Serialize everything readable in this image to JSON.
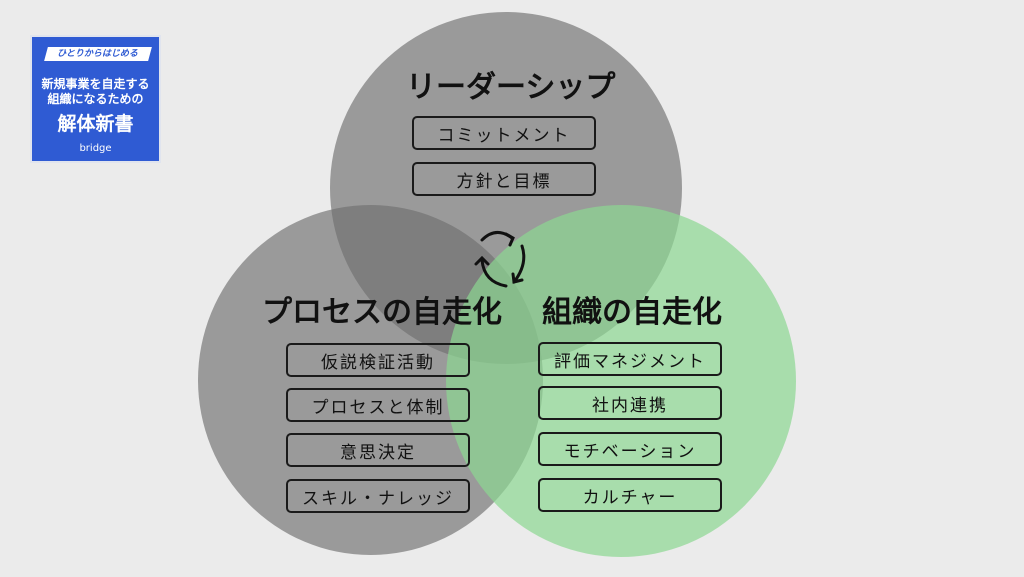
{
  "logo": {
    "tagline": "ひとりからはじめる",
    "line1": "新規事業を自走する",
    "line2": "組織になるための",
    "title": "解体新書",
    "brand": "bridge"
  },
  "colors": {
    "background": "#ebebeb",
    "gray_circle": "#8a8a8a",
    "green_circle": "#a3dba6",
    "logo_blue": "#2f5bd3"
  },
  "diagram": {
    "leadership": {
      "title": "リーダーシップ",
      "items": [
        "コミットメント",
        "方針と目標"
      ]
    },
    "process": {
      "title": "プロセスの自走化",
      "items": [
        "仮説検証活動",
        "プロセスと体制",
        "意思決定",
        "スキル・ナレッジ"
      ]
    },
    "organization": {
      "title": "組織の自走化",
      "items": [
        "評価マネジメント",
        "社内連携",
        "モチベーション",
        "カルチャー"
      ]
    },
    "center_icon": "cycle-arrows-icon"
  }
}
